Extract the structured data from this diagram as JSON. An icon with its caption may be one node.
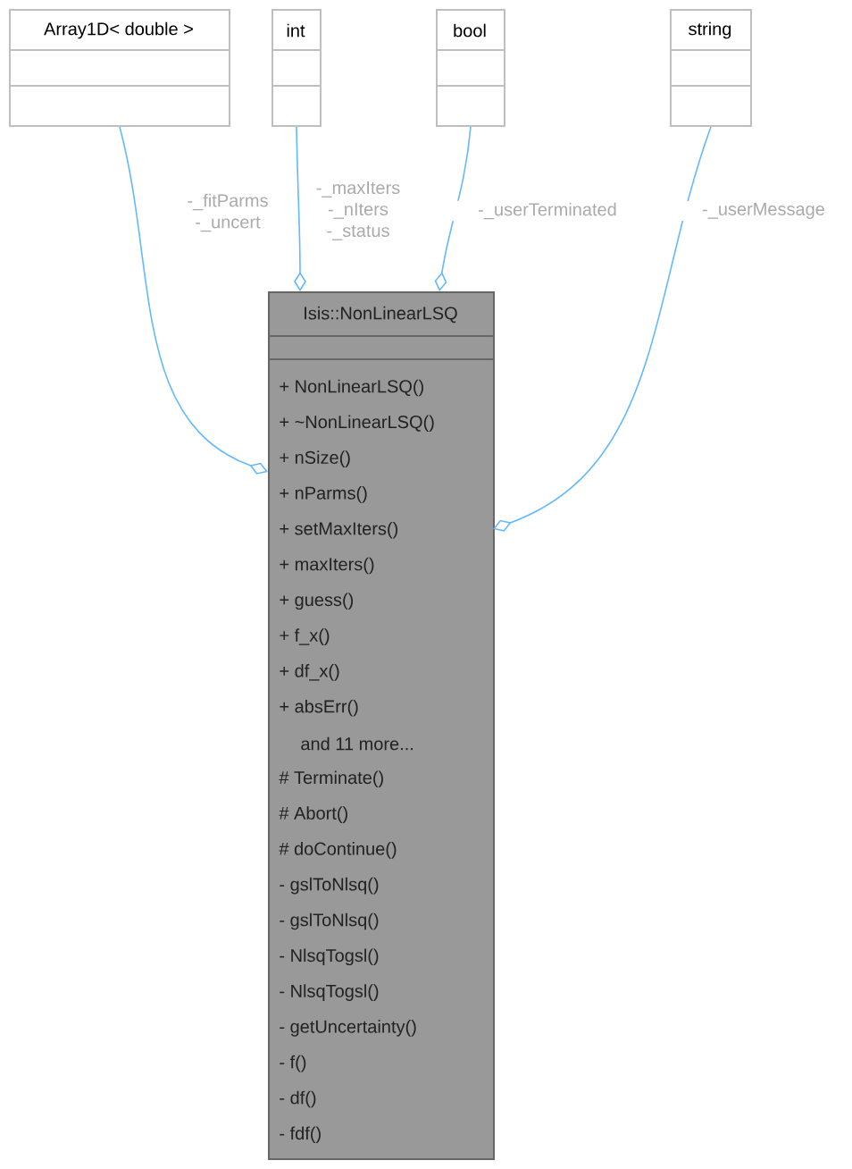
{
  "diagram": {
    "nodes": [
      {
        "text": [
          "Array1D< double >"
        ]
      },
      {
        "text": [
          "int"
        ]
      },
      {
        "text": [
          "bool"
        ]
      },
      {
        "text": [
          "string"
        ]
      },
      {
        "text": [
          "Isis::NonLinearLSQ",
          "+ NonLinearLSQ()",
          "+ ~NonLinearLSQ()",
          "+ nSize()",
          "+ nParms()",
          "+ setMaxIters()",
          "+ maxIters()",
          "+ guess()",
          "+ f_x()",
          "+ df_x()",
          "+ absErr()",
          "and 11 more...",
          "# Terminate()",
          "# Abort()",
          "# doContinue()",
          "- gslToNlsq()",
          "- gslToNlsq()",
          "- NlsqTogsl()",
          "- NlsqTogsl()",
          "- getUncertainty()",
          "- f()",
          "- df()",
          "- fdf()"
        ]
      }
    ],
    "edges": [
      {
        "from": 0,
        "to": 4,
        "arrow": "other",
        "label": "-_fitParms -_uncert"
      },
      {
        "from": 1,
        "to": 4,
        "arrow": "other",
        "label": "-_maxIters -_nIters -_status"
      },
      {
        "from": 2,
        "to": 4,
        "arrow": "other",
        "label": "-_userTerminated"
      },
      {
        "from": 3,
        "to": 4,
        "arrow": "other",
        "label": "-_userMessage"
      }
    ]
  }
}
